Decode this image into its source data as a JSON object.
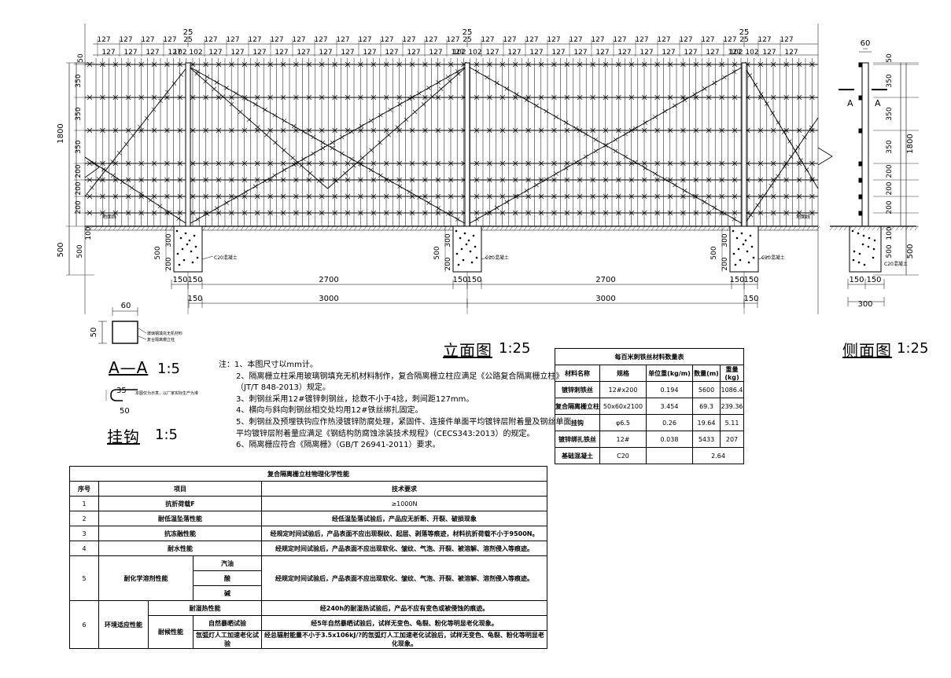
{
  "elevation": {
    "title": "立面图",
    "scale": "1:25",
    "top_spacing": "127",
    "top_post_width": "25",
    "top_post_half": "102",
    "post_labels": [
      "25",
      "25",
      "25"
    ],
    "heights_left": [
      "50",
      "350",
      "350",
      "350",
      "200",
      "200",
      "200"
    ],
    "total_height": "1800",
    "foundation_heights": [
      "100",
      "500"
    ],
    "foundation_total": "500",
    "post_dims": [
      "500",
      "300",
      "200"
    ],
    "concrete_label": "C20混凝土",
    "ground_label": "地面线",
    "bottom_dims_1": [
      "150",
      "150",
      "2700",
      "150",
      "150",
      "2700",
      "150",
      "150"
    ],
    "bottom_dims_2": [
      "150",
      "3000",
      "3000",
      "150"
    ]
  },
  "side_view": {
    "title": "侧面图",
    "scale": "1:25",
    "top_width": "60",
    "section_mark": "A",
    "heights": [
      "50",
      "350",
      "350",
      "350",
      "200",
      "200",
      "200"
    ],
    "total_height": "1800",
    "foundation": [
      "100",
      "500"
    ],
    "foundation_total": "500",
    "concrete_label": "C20混凝土",
    "bottom_dims": [
      "150",
      "150"
    ],
    "base_width": "300"
  },
  "section_aa": {
    "title": "A—A",
    "scale": "1:5",
    "width": "60",
    "height": "50",
    "label1": "玻璃钢填充无机材料",
    "label2": "复合隔离栅立柱"
  },
  "hook": {
    "title": "挂钩",
    "scale": "1:5",
    "dim1": "35",
    "dim2": "50",
    "note": "本图仅为示意，以厂家实际生产为准"
  },
  "notes": [
    "注：1、本图尺寸以mm计。",
    "2、隔离栅立柱采用玻璃钢填充无机材料制作，复合隔离栅立柱应满足《公路复合隔离栅立柱》",
    "（JT/T 848-2013）规定。",
    "3、刺钢丝采用12#镀锌刺钢丝，捻数不小于4捻，刺间距127mm。",
    "4、横向与斜向刺钢丝相交处均用12#铁丝绑扎固定。",
    "5、刺钢丝及预埋铁钩应作热浸镀锌防腐处理，紧固件、连接件单面平均镀锌层附着量及钢丝单面",
    "平均镀锌层附着量应满足《钢结构防腐蚀涂装技术规程》（CECS343:2013）的规定。",
    "6、隔离栅应符合《隔离栅》（GB/T 26941-2011）要求。"
  ],
  "material_table": {
    "title": "每百米刺铁丝材料数量表",
    "headers": [
      "材料名称",
      "规格",
      "单位重(kg/m)",
      "数量(m)",
      "重量(kg)"
    ],
    "rows": [
      [
        "镀锌刺铁丝",
        "12#x200",
        "0.194",
        "5600",
        "1086.4"
      ],
      [
        "复合隔离栅立柱",
        "50x60x2100",
        "3.454",
        "69.3",
        "239.36"
      ],
      [
        "挂钩",
        "φ6.5",
        "0.26",
        "19.64",
        "5.11"
      ],
      [
        "镀锌绑扎铁丝",
        "12#",
        "0.038",
        "5433",
        "207"
      ]
    ],
    "last_row": [
      "基础混凝土",
      "C20",
      "2.64"
    ]
  },
  "property_table": {
    "title": "复合隔离栅立柱物理化学性能",
    "headers": [
      "序号",
      "项目",
      "技术要求"
    ],
    "r1": [
      "1",
      "抗折荷载F",
      "≥1000N"
    ],
    "r2": [
      "2",
      "耐低温坠落性能",
      "经低温坠落试验后，产品应无折断、开裂、破损现象"
    ],
    "r3": [
      "3",
      "抗冻融性能",
      "经规定时间试验后，产品表面不应出现裂纹、起层、剥落等痕迹，材料抗折荷载不小于9500N。"
    ],
    "r4": [
      "4",
      "耐水性能",
      "经规定时间试验后，产品表面不应出现软化、皱纹、气泡、开裂、被溶解、溶剂侵入等痕迹。"
    ],
    "r5": [
      "5",
      "耐化学溶剂性能",
      "汽油",
      "酸",
      "碱",
      "经规定时间试验后，产品表面不应出现软化、皱纹、气泡、开裂、被溶解、溶剂侵入等痕迹。"
    ],
    "r6": [
      "6",
      "环境适应性能",
      "耐湿热性能",
      "经240h的耐湿热试验后，产品不应有变色或被侵蚀的痕迹。",
      "耐候性能",
      "自然暴晒试验",
      "经5年自然暴晒试验后，试样无变色、龟裂、粉化等明显老化现象。",
      "氙弧灯人工加速老化试验",
      "经总辐射能量不小于3.5x106kJ/?的氙弧灯人工加速老化试验后，试样无变色、龟裂、粉化等明显老化现象。"
    ]
  }
}
